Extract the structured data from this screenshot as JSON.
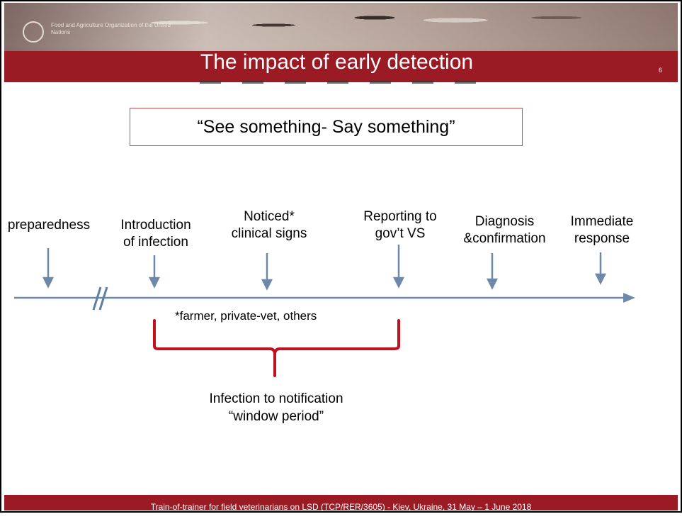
{
  "header": {
    "org_name": "Food and Agriculture Organization of the United Nations",
    "title": "The impact of early detection",
    "slide_number": "6"
  },
  "quote": "“See something- Say something”",
  "timeline": {
    "stages": [
      {
        "label": "preparedness"
      },
      {
        "label": "Introduction\nof infection"
      },
      {
        "label": "Noticed*\nclinical signs"
      },
      {
        "label": "Reporting to\ngov’t VS"
      },
      {
        "label": "Diagnosis\n&confirmation"
      },
      {
        "label": "Immediate\nresponse"
      }
    ],
    "footnote": "*farmer, private-vet, others",
    "window_label": "Infection to notification\n“window period”"
  },
  "footer": {
    "text": "Train-of-trainer for field veterinarians on LSD (TCP/RER/3605) - Kiev, Ukraine, 31 May – 1 June 2018"
  },
  "colors": {
    "band": "#9b1b24",
    "arrow": "#6d88a8",
    "brace": "#c0121b",
    "quote_border": "#c0504d"
  }
}
